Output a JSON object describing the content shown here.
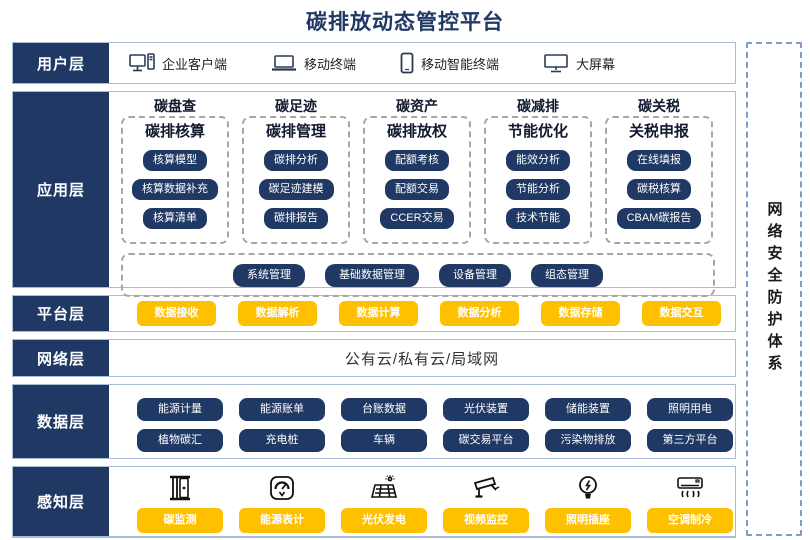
{
  "title": "碳排放动态管控平台",
  "security_sidebar": {
    "label": "网络安全防护体系"
  },
  "layers": {
    "user": {
      "label": "用户层",
      "items": [
        {
          "icon": "desktop-pc-icon",
          "label": "企业客户端"
        },
        {
          "icon": "laptop-icon",
          "label": "移动终端"
        },
        {
          "icon": "smartphone-icon",
          "label": "移动智能终端"
        },
        {
          "icon": "big-screen-icon",
          "label": "大屏幕"
        }
      ]
    },
    "application": {
      "label": "应用层",
      "columns": [
        {
          "header": "碳盘查",
          "title": "碳排核算",
          "items": [
            "核算模型",
            "核算数据补充",
            "核算清单"
          ]
        },
        {
          "header": "碳足迹",
          "title": "碳排管理",
          "items": [
            "碳排分析",
            "碳足迹建模",
            "碳排报告"
          ]
        },
        {
          "header": "碳资产",
          "title": "碳排放权",
          "items": [
            "配额考核",
            "配额交易",
            "CCER交易"
          ]
        },
        {
          "header": "碳减排",
          "title": "节能优化",
          "items": [
            "能效分析",
            "节能分析",
            "技术节能"
          ]
        },
        {
          "header": "碳关税",
          "title": "关税申报",
          "items": [
            "在线填报",
            "碳税核算",
            "CBAM碳报告"
          ]
        }
      ],
      "common_modules": [
        "系统管理",
        "基础数据管理",
        "设备管理",
        "组态管理"
      ]
    },
    "platform": {
      "label": "平台层",
      "items": [
        "数据接收",
        "数据解析",
        "数据计算",
        "数据分析",
        "数据存储",
        "数据交互"
      ]
    },
    "network": {
      "label": "网络层",
      "text": "公有云/私有云/局域网"
    },
    "data": {
      "label": "数据层",
      "rows": [
        [
          "能源计量",
          "能源账单",
          "台账数据",
          "光伏装置",
          "储能装置",
          "照明用电"
        ],
        [
          "植物碳汇",
          "充电桩",
          "车辆",
          "碳交易平台",
          "污染物排放",
          "第三方平台"
        ]
      ]
    },
    "perception": {
      "label": "感知层",
      "items": [
        {
          "icon": "carbon-monitor-icon",
          "label": "碳监测"
        },
        {
          "icon": "energy-meter-icon",
          "label": "能源表计"
        },
        {
          "icon": "solar-panel-icon",
          "label": "光伏发电"
        },
        {
          "icon": "cctv-camera-icon",
          "label": "视频监控"
        },
        {
          "icon": "light-bulb-icon",
          "label": "照明插座"
        },
        {
          "icon": "air-conditioner-icon",
          "label": "空调制冷"
        }
      ]
    }
  },
  "colors": {
    "navy": "#1f3864",
    "yellow": "#ffc000",
    "row_border": "#a9bcd6"
  }
}
